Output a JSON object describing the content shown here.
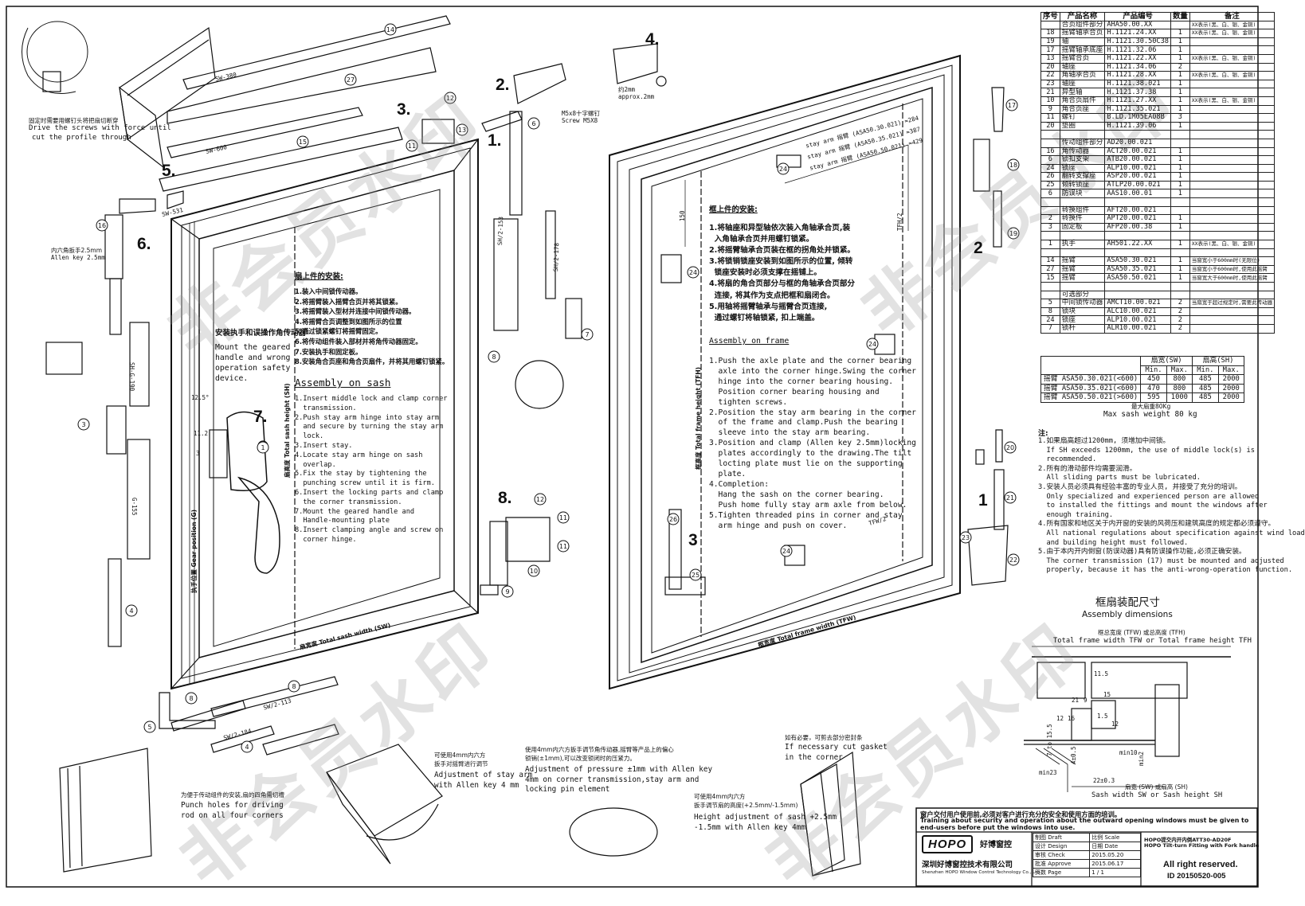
{
  "sheet": {
    "watermark": "非会员水印",
    "steps": {
      "s1": "1.",
      "s2": "2.",
      "s3": "3.",
      "s4": "4.",
      "s5": "5.",
      "s6": "6.",
      "s7": "7.",
      "s8": "8.",
      "r1": "1",
      "r2": "2",
      "r3": "3"
    }
  },
  "left_panel": {
    "drive_screws_cn": "固定时需要用螺钉头将把扇切断穿",
    "drive_screws_en_1": "Drive the screws with force until",
    "drive_screws_en_2": "cut the profile through",
    "allen_cn": "内六角扳手2.5mm",
    "allen_en": "Allen key 2.5mm",
    "geared_cn": "安装执手和误操作角传动器",
    "geared_en": "Mount the geared\nhandle and wrong\noperation safety\ndevice.",
    "sash_title_cn": "扇上件的安装:",
    "sash_steps_cn": "1.装入中间锁传动器。\n2.将摇臂装入摇臂合页并将其锁紧。\n3.将摇臂装入型材并连接中间锁传动器。\n4.将摇臂合页调整到如图所示的位置\n5.通过锁紧螺钉将摇臂固定。\n6.将传动组件装入部材并将角传动器固定。\n7.安装执手和固定板。\n8.安装角合页座和角合页扇件，并将其用螺钉锁紧。",
    "sash_title_en": "Assembly on sash",
    "sash_steps_en": "1.Insert middle lock and clamp corner\n  transmission.\n2.Push stay arm hinge into stay arm\n  and secure by turning the stay arm\n  lock.\n3.Insert stay.\n4.Locate stay arm hinge on sash\n  overlap.\n5.Fix the stay by tightening the\n  punching screw until it is firm.\n6.Insert the locking parts and clamp\n  the corner transmission.\n7.Mount the geared handle and\n  Handle-mounting plate\n8.Insert clamping angle and screw on\n  corner hinge.",
    "punch_cn": "为便于传动组件的安装,扇的四角需切槽",
    "punch_en": "Punch holes for driving\nrod on all four corners",
    "adjust_stay_cn": "可使用4mm内六方\n扳手对摇臂进行调节",
    "adjust_stay_en": "Adjustment of stay arm\nwith Allen key 4 mm",
    "pressure_cn": "使用4mm内六方扳手调节角传动器,摇臂等产品上的偏心锁销(±1mm),可以改变锁闭时的压紧力。",
    "pressure_en": "Adjustment of pressure ±1mm with Allen key\n4mm on corner transmission,stay arm and\nlocking pin element",
    "height_cn": "可使用4mm内六方\n扳手调节扇的高度(+2.5mm/-1.5mm)",
    "height_en": "Height adjustment of sash +2.5mm\n-1.5mm with Allen key 4mm",
    "gasket_cn": "如有必要，可剪去部分密封条",
    "gasket_en": "If necessary cut gasket\nin the corner",
    "screw_m5": "M5x8十字螺钉\nScrew M5X8",
    "approx": "约2mm\napprox.2mm",
    "dim_labels": [
      "SW-380",
      "SW-600",
      "SW-531",
      "SH-G-190",
      "G-155",
      "SH/2-153",
      "SH/2-178",
      "SW/2-113",
      "SW/2-184",
      "12.5°",
      "11.2",
      "3"
    ],
    "sash_width_lbl": "扇宽度 Total sash width (SW)",
    "sash_height_lbl": "扇高度 Total sash height (SH)",
    "gear_pos_lbl": "执手位置 Gear position (G)"
  },
  "middle_panel": {
    "stay_arm_1": "stay arm 摇臂 (ASA50.30.021) ≈284",
    "stay_arm_2": "stay arm 摇臂 (ASA50.35.021) ≈387",
    "stay_arm_3": "stay arm 摇臂 (ASA50.50.021) ≈429",
    "frame_title_cn": "框上件的安装:",
    "frame_steps_cn": "1.将轴座和异型轴依次装入角轴承合页,装\n  入角轴承合页并用螺钉锁紧。\n2.将摇臂轴承合页装在框的拐角处并锁紧。\n3.将锁销锁座安装到如图所示的位置, 倾转\n  锁座安装时必须支撑在摇铺上。\n4.将扇的角合页部分与框的角轴承合页部分\n  连接, 将其作为支点把框和扇闭合。\n5.用轴将摇臂轴承与摇臂合页连接,\n  通过螺钉将轴锁紧, 扣上端盖。",
    "frame_title_en": "Assembly on frame",
    "frame_steps_en": "1.Push the axle plate and the corner bearing\n  axle into the corner hinge.Swing the corner\n  hinge into the corner bearing housing.\n  Position corner bearing housing and\n  tighten screws.\n2.Position the stay arm bearing in the corner\n  of the frame and clamp.Push the bearing\n  sleeve into the stay arm bearing.\n3.Position and clamp (Allen key 2.5mm)locking\n  plates accordingly to the drawing.The tilt\n  locting plate must lie on the supporting\n  plate.\n4.Completion:\n  Hang the sash on the corner bearing.\n  Push home fully stay arm axle from below.\n5.Tighten threaded pins in corner and stay\n  arm hinge and push on cover.",
    "frame_width_lbl": "框宽度 Total frame width (TFW)",
    "frame_height_lbl": "框高度 Total frame height (TFH)",
    "tfh2": "TFH/2",
    "tfw2": "TFW/2",
    "dim150": "150"
  },
  "parts_table": {
    "headers": [
      "序号",
      "产品名称",
      "产品编号",
      "数量",
      "备注"
    ],
    "rows": [
      [
        "",
        "合页组件部分",
        "AHA50.00.XX",
        "",
        "XX表示(黑、白、银、金铜)"
      ],
      [
        "18",
        "摇臂轴承合页",
        "H.1121.24.XX",
        "1",
        "XX表示(黑、白、银、金铜)"
      ],
      [
        "19",
        "轴",
        "H.1121.30.50C38",
        "1",
        ""
      ],
      [
        "17",
        "摇臂轴承底座",
        "H.1121.32.06",
        "1",
        ""
      ],
      [
        "13",
        "摇臂合页",
        "H.1121.22.XX",
        "1",
        "XX表示(黑、白、银、金铜)"
      ],
      [
        "20",
        "轴座",
        "H.1121.34.06",
        "2",
        ""
      ],
      [
        "22",
        "角轴承合页",
        "H.1121.28.XX",
        "1",
        "XX表示(黑、白、银、金铜)"
      ],
      [
        "23",
        "轴座",
        "H.1121.38.021",
        "1",
        ""
      ],
      [
        "21",
        "异型轴",
        "H.1121.37.38",
        "1",
        ""
      ],
      [
        "10",
        "角合页扇件",
        "H.1121.27.XX",
        "1",
        "XX表示(黑、白、银、金铜)"
      ],
      [
        "9",
        "角合页座",
        "H.1121.35.021",
        "1",
        ""
      ],
      [
        "11",
        "螺钉",
        "B.LD.1M05EA08B",
        "3",
        ""
      ],
      [
        "20",
        "垫圈",
        "H.1121.39.06",
        "1",
        ""
      ],
      [
        "",
        "",
        "",
        "",
        ""
      ],
      [
        "",
        "传动组件部分",
        "AD20.00.021",
        "",
        ""
      ],
      [
        "16",
        "角传动器",
        "ACT20.00.021",
        "1",
        ""
      ],
      [
        "6",
        "锁扣支架",
        "ATB20.00.021",
        "1",
        ""
      ],
      [
        "24",
        "锁座",
        "ALP10.00.021",
        "1",
        ""
      ],
      [
        "26",
        "翻转支撑座",
        "ASP20.00.021",
        "1",
        ""
      ],
      [
        "25",
        "倾转锁座",
        "ATLP20.00.021",
        "1",
        ""
      ],
      [
        "6",
        "防误块",
        "AAS10.00.01",
        "1",
        ""
      ],
      [
        "",
        "",
        "",
        "",
        ""
      ],
      [
        "",
        "转换组件",
        "AFT20.00.021",
        "",
        ""
      ],
      [
        "2",
        "转换件",
        "APT20.00.021",
        "1",
        ""
      ],
      [
        "3",
        "固定板",
        "AFP20.00.38",
        "1",
        ""
      ],
      [
        "",
        "",
        "",
        "",
        ""
      ],
      [
        "1",
        "执手",
        "AH501.22.XX",
        "1",
        "XX表示(黑、白、银、金铜)"
      ],
      [
        "",
        "",
        "",
        "",
        ""
      ],
      [
        "14",
        "摇臂",
        "ASA50.30.021",
        "1",
        "当窗宽小于600mm时(无限位)"
      ],
      [
        "27",
        "摇臂",
        "ASA50.35.021",
        "1",
        "当窗宽小于600mm时,使用此摇臂"
      ],
      [
        "15",
        "摇臂",
        "ASA50.50.021",
        "1",
        "当窗宽大于600mm时,使用此摇臂"
      ],
      [
        "",
        "",
        "",
        "",
        ""
      ],
      [
        "",
        "可选部分",
        "",
        "",
        ""
      ],
      [
        "5",
        "中间锁传动器",
        "AMCT10.00.021",
        "2",
        "当扇宽于超过规定时,需要此传动器"
      ],
      [
        "8",
        "锁块",
        "ALC10.00.021",
        "2",
        ""
      ],
      [
        "24",
        "锁座",
        "ALP10.00.021",
        "2",
        ""
      ],
      [
        "7",
        "锁杆",
        "ALR10.00.021",
        "2",
        ""
      ]
    ]
  },
  "dims_table": {
    "h_sw": "扇宽(SW)",
    "h_sh": "扇高(SH)",
    "min": "Min.",
    "max": "Max.",
    "rows": [
      [
        "摇臂 ASA50.30.021(<600)",
        "450",
        "800",
        "485",
        "2000"
      ],
      [
        "摇臂 ASA50.35.021(<600)",
        "470",
        "800",
        "485",
        "2000"
      ],
      [
        "摇臂 ASA50.50.021(>600)",
        "595",
        "1000",
        "485",
        "2000"
      ]
    ],
    "weight_cn": "最大扇重80Kg",
    "weight_en": "Max sash weight 80 kg"
  },
  "notes": {
    "title": "注:",
    "text": "1.如果扇高超过1200mm, 须增加中间锁。\n  If SH exceeds 1200mm, the use of middle lock(s) is\n  recommended.\n2.所有的滑动部件均需要润滑。\n  All sliding parts must be lubricated.\n3.安装人员必须具有经验丰富的专业人员, 并接受了充分的培训。\n  Only specialized and experienced person are allowed\n  to installed the fittings and mount the windows after\n  enough training.\n4.所有国家和地区关于内开窗的安装的风荷压和建筑高度的规定都必须遵守。\n  All national regulations about specification against wind load\n  and building height must followed.\n5.由于本内开内倒窗(防误动器)具有防误操作功能,必须正确安装。\n  The corner transmission (17) must be mounted and adjusted\n  properly, because it has the anti-wrong-operation function."
  },
  "assembly_dims": {
    "title_cn": "框扇装配尺寸",
    "title_en": "Assembly dimensions",
    "frame_w_cn": "框总宽度 (TFW) 或总高度 (TFH)",
    "frame_w_en": "Total frame width TFW or Total frame height TFH",
    "sash_w_cn": "扇宽 (SW) 或扇高 (SH)",
    "sash_w_en": "Sash width SW or Sash height SH",
    "values": [
      "11.5",
      "21",
      "9",
      "15",
      "12",
      "16",
      "1.5",
      "12",
      "7 to 15.5",
      "min10",
      "min23",
      "22±0.3",
      "4±0.5",
      "min2"
    ]
  },
  "title_block": {
    "warning_cn": "窗户交付用户使用前,必须对客户进行充分的安全和使用方面的培训。",
    "warning_en": "Training about security and operation about the outward opening windows must be given to\nend-users before put the windows into use.",
    "brand": "HOPO",
    "brand_cn": "好博窗控",
    "company_cn": "深圳好博窗控技术有限公司",
    "company_en": "Shenzhen HOPO Window Control Technology Co., Ltd.",
    "product_cn": "HOPO提交内开内倒ATT30-AD20F",
    "product_en": "HOPO Tilt-turn Fitting with Fork handle",
    "rights": "All right reserved.",
    "doc_id": "ID 20150520-005",
    "cells": [
      "制图 Draft",
      "设计 Design",
      "审核 Check",
      "批准 Approve",
      "比例 Scale",
      "日期 Date",
      "页数 Page",
      "1 / 1",
      "2015.05.20",
      "2015.06.17"
    ]
  }
}
